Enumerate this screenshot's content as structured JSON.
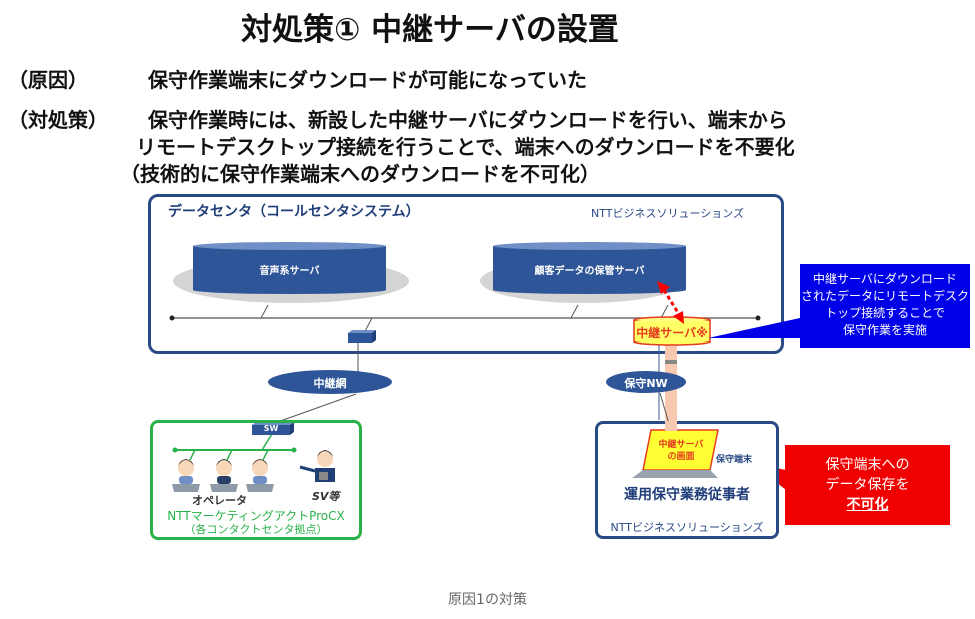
{
  "title": "対処策① 中継サーバの設置",
  "cause": {
    "label": "（原因）",
    "text": "保守作業端末にダウンロードが可能になっていた"
  },
  "countermeasure": {
    "label": "（対処策）",
    "line1": "保守作業時には、新設した中継サーバにダウンロードを行い、端末から",
    "line2": "リモートデスクトップ接続を行うことで、端末へのダウンロードを不要化",
    "line3": "（技術的に保守作業端末へのダウンロードを不可化）"
  },
  "diagram": {
    "datacenter": {
      "label": "データセンタ（コールセンタシステム）",
      "company": "NTTビジネスソリューションズ",
      "servers": [
        {
          "label": "音声系サーバ"
        },
        {
          "label": "顧客データの保管サーバ"
        }
      ],
      "relay_server": "中継サーバ※"
    },
    "networks": {
      "relay_network": "中継網",
      "maintenance_network": "保守NW"
    },
    "contact_center": {
      "switch": "SW",
      "operators": "オペレータ",
      "supervisor": "SV等",
      "company_line1": "NTTマーケティングアクトProCX",
      "company_line2": "（各コンタクトセンタ拠点）"
    },
    "operations": {
      "screen_line1": "中継サーバ",
      "screen_line2": "の画面",
      "terminal_label": "保守端末",
      "staff": "運用保守業務従事者",
      "company": "NTTビジネスソリューションズ"
    },
    "callout_blue": {
      "lines": [
        "中継サーバにダウンロード",
        "されたデータにリモートデスク",
        "トップ接続することで",
        "保守作業を実施"
      ]
    },
    "callout_red": {
      "line1": "保守端末への",
      "line2": "データ保存を",
      "line3": "不可化"
    },
    "colors": {
      "navy": "#2a4a86",
      "server_blue": "#2e5597",
      "green": "#2ab24a",
      "callout_blue": "#0000e8",
      "callout_red": "#f00000",
      "relay_yellow": "#ffff66"
    }
  },
  "caption": "原因1の対策"
}
